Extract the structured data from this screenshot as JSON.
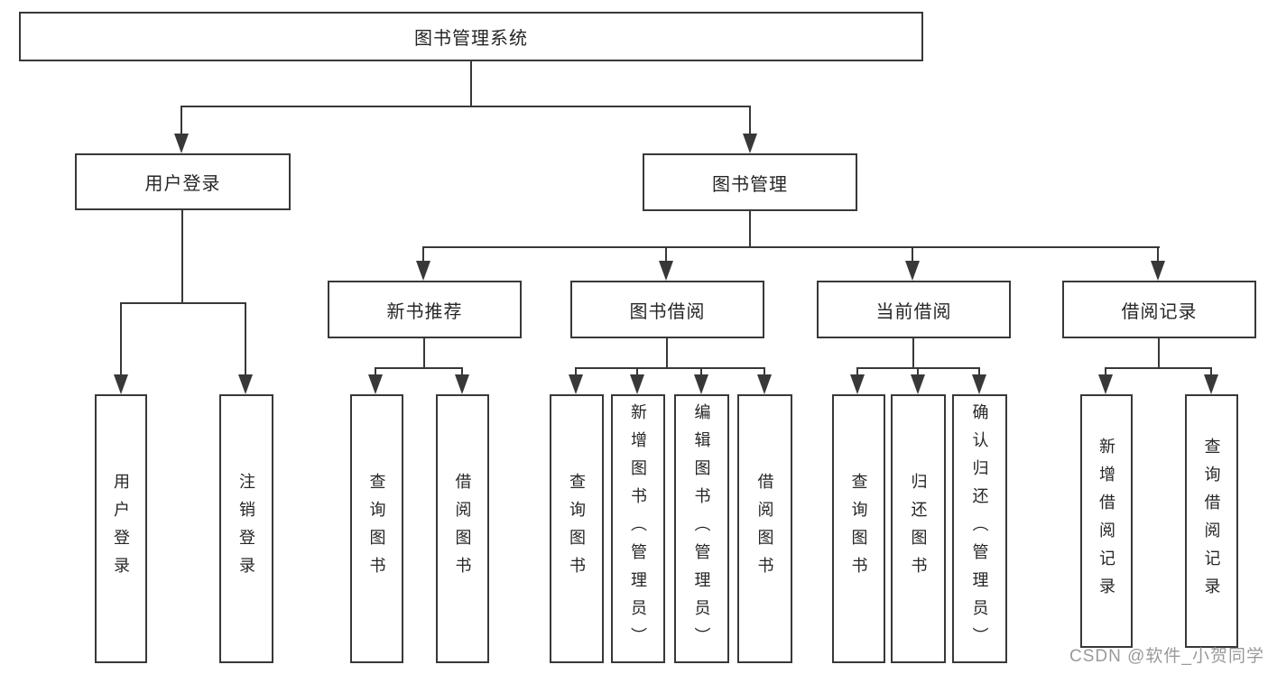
{
  "diagram_type": "hierarchy-tree",
  "colors": {
    "background": "#ffffff",
    "line": "#383838",
    "box_border": "#383838",
    "text": "#262626",
    "watermark": "#9a9a9a"
  },
  "watermark": {
    "text": "CSDN @软件_小贺同学"
  },
  "tree": {
    "label": "图书管理系统",
    "children": [
      {
        "label": "用户登录",
        "children": [
          {
            "label": "用户登录"
          },
          {
            "label": "注销登录"
          }
        ]
      },
      {
        "label": "图书管理",
        "children": [
          {
            "label": "新书推荐",
            "children": [
              {
                "label": "查询图书"
              },
              {
                "label": "借阅图书"
              }
            ]
          },
          {
            "label": "图书借阅",
            "children": [
              {
                "label": "查询图书"
              },
              {
                "label": "新增图书（管理员）"
              },
              {
                "label": "编辑图书（管理员）"
              },
              {
                "label": "借阅图书"
              }
            ]
          },
          {
            "label": "当前借阅",
            "children": [
              {
                "label": "查询图书"
              },
              {
                "label": "归还图书"
              },
              {
                "label": "确认归还（管理员）"
              }
            ]
          },
          {
            "label": "借阅记录",
            "children": [
              {
                "label": "新增借阅记录"
              },
              {
                "label": "查询借阅记录"
              }
            ]
          }
        ]
      }
    ]
  }
}
